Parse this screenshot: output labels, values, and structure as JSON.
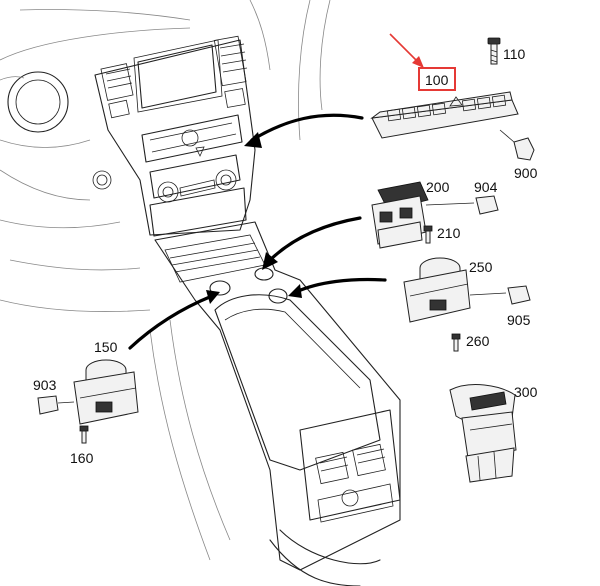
{
  "diagram": {
    "part_labels": {
      "p100": "100",
      "p110": "110",
      "p900": "900",
      "p200": "200",
      "p904": "904",
      "p210": "210",
      "p250": "250",
      "p905": "905",
      "p260": "260",
      "p150": "150",
      "p903": "903",
      "p160": "160",
      "p300": "300"
    },
    "highlight": {
      "target": "100",
      "color": "#e53935"
    }
  }
}
